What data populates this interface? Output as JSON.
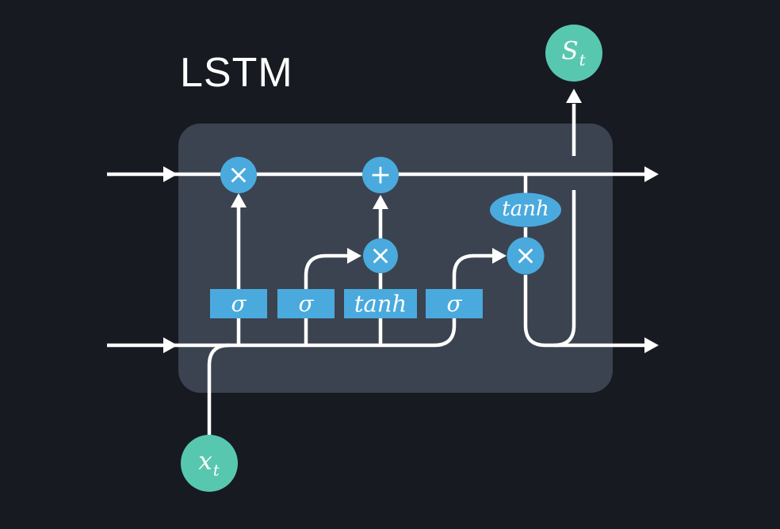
{
  "title": "LSTM",
  "colors": {
    "background": "#171a21",
    "cell_box": "#3b4350",
    "node_blue": "#4aaadd",
    "node_teal": "#57c8af",
    "line": "#ffffff",
    "text": "#ffffff"
  },
  "diagram": {
    "type": "lstm-cell-flow",
    "input_node": {
      "base": "x",
      "sub": "t"
    },
    "output_node": {
      "base": "S",
      "sub": "t"
    },
    "gates": [
      {
        "label": "σ"
      },
      {
        "label": "σ"
      },
      {
        "label": "tanh"
      },
      {
        "label": "σ"
      }
    ],
    "activation_ellipse": {
      "label": "tanh"
    },
    "operators": {
      "multiply": "×",
      "add": "+"
    }
  }
}
